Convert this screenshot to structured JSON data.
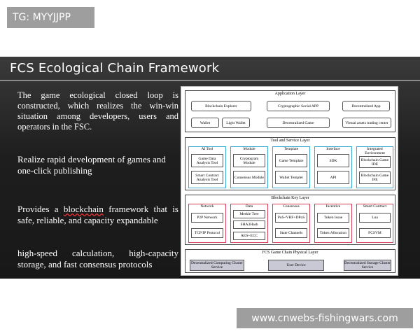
{
  "tag": "TG: MYYJJPP",
  "watermark": "www.cnwebs-fishingwars.com",
  "slide": {
    "title": "FCS Ecological Chain Framework",
    "bullets": [
      "The game ecological closed loop is constructed, which realizes the win-win situation among developers, users and operators in the FSC.",
      "Realize rapid development of games and one-click publishing",
      {
        "pre": "Provides a ",
        "underlined": "blockchain",
        "post": " framework that is safe, reliable, and capacity expandable"
      },
      "high-speed calculation, high-capacity storage, and fast consensus protocols"
    ]
  },
  "diagram": {
    "application_layer": {
      "title": "Application Layer",
      "row1": [
        "Blockchain Explorer",
        "Cryptographic Social APP",
        "Decentralized App"
      ],
      "row2": [
        "Wallet",
        "Light Wallet",
        "Decentralized Game",
        "Virtual assets trading center"
      ]
    },
    "tool_layer": {
      "title": "Tool and Service Layer",
      "columns": [
        {
          "title": "AI Tool",
          "items": [
            "Game Data Analysis Tool",
            "Smart Contract Analysis Tool"
          ]
        },
        {
          "title": "Module",
          "items": [
            "Cryptogram Module",
            "Consensus Module"
          ]
        },
        {
          "title": "Template",
          "items": [
            "Game Template",
            "Wallet Templet"
          ]
        },
        {
          "title": "Interface",
          "items": [
            "SDK",
            "API"
          ]
        },
        {
          "title": "Integrated Environment",
          "items": [
            "Blockchain Game IDE",
            "Blockchain Game IFE"
          ]
        }
      ]
    },
    "key_layer": {
      "title": "Blockchain Key Layer",
      "columns": [
        {
          "title": "Network",
          "items": [
            "P2P Network",
            "TCP/IP Protocol"
          ]
        },
        {
          "title": "Data",
          "items": [
            "Merkle Tree",
            "SHA3Hash",
            "AES+ECC"
          ]
        },
        {
          "title": "Consensus",
          "items": [
            "PoS+VRF+DPoS",
            "State Channels"
          ]
        },
        {
          "title": "Incentive",
          "items": [
            "Token Issue",
            "Token Allocation"
          ]
        },
        {
          "title": "Smart Contract",
          "items": [
            "Lua",
            "FCSVM"
          ]
        }
      ]
    },
    "physical_layer": {
      "title": "FCS Game Chain Physical Layer",
      "items": [
        "Decentralized Computing Cluster Service",
        "User Device",
        "Decentralized Storage Cluster Service"
      ]
    }
  }
}
